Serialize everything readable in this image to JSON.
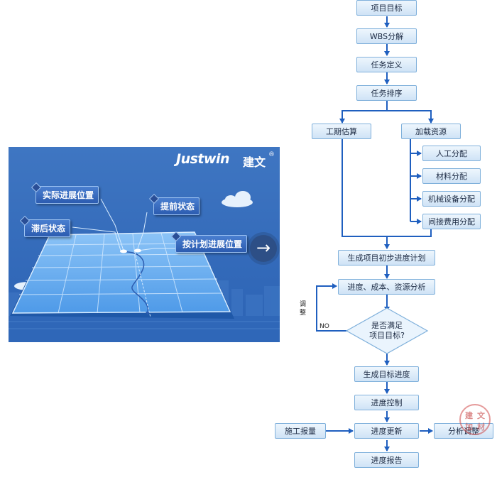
{
  "illustration": {
    "brand": {
      "latin": "Justwin",
      "cn": "建文",
      "reg": "®"
    },
    "tags": {
      "actual": "实际进展位置",
      "ahead": "提前状态",
      "lag": "滞后状态",
      "planned": "按计划进展位置"
    },
    "next_arrow": "→"
  },
  "flowchart": {
    "nodes": {
      "goal": "项目目标",
      "wbs": "WBS分解",
      "task_def": "任务定义",
      "task_seq": "任务排序",
      "duration": "工期估算",
      "resource_load": "加载资源",
      "labor": "人工分配",
      "material": "材料分配",
      "machine": "机械设备分配",
      "indirect": "间接费用分配",
      "initial_plan": "生成项目初步进度计划",
      "analysis": "进度、成本、资源分析",
      "decision_line1": "是否满足",
      "decision_line2": "项目目标?",
      "target_schedule": "生成目标进度",
      "control": "进度控制",
      "report_qty": "施工报量",
      "update": "进度更新",
      "adjust": "分析调整",
      "report": "进度报告"
    },
    "labels": {
      "no": "NO",
      "adjust_v1": "调",
      "adjust_v2": "整"
    }
  },
  "stamp": {
    "c1": "建",
    "c2": "文",
    "c3": "加",
    "c4": "材"
  },
  "colors": {
    "line": "#1f5fbf",
    "accent": "#1f5fbf"
  }
}
